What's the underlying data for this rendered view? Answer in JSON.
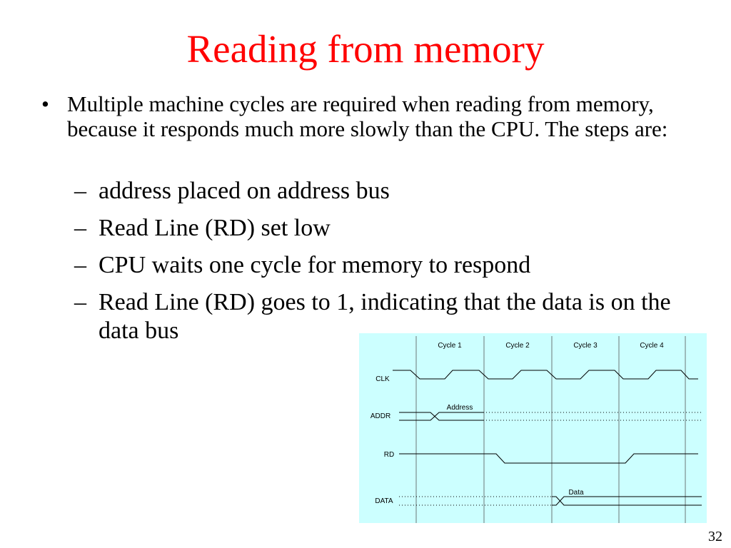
{
  "slide": {
    "title": "Reading from memory",
    "title_color": "#ff0000",
    "bullet_symbol": "•",
    "bullet_text": "Multiple machine cycles are required when reading from memory, because it responds much more slowly than the CPU. The steps are:",
    "dash_symbol": "–",
    "steps": [
      "address placed on address bus",
      "Read Line (RD) set low",
      "CPU waits one cycle for memory to respond",
      "Read Line (RD) goes to 1, indicating that the data is on the data bus"
    ],
    "page_number": "32"
  },
  "diagram": {
    "background": "#ccffff",
    "cycles": [
      "Cycle 1",
      "Cycle 2",
      "Cycle 3",
      "Cycle 4"
    ],
    "signals": {
      "clk": "CLK",
      "addr": "ADDR",
      "rd": "RD",
      "data": "DATA"
    },
    "address_label": "Address",
    "data_label": "Data"
  }
}
